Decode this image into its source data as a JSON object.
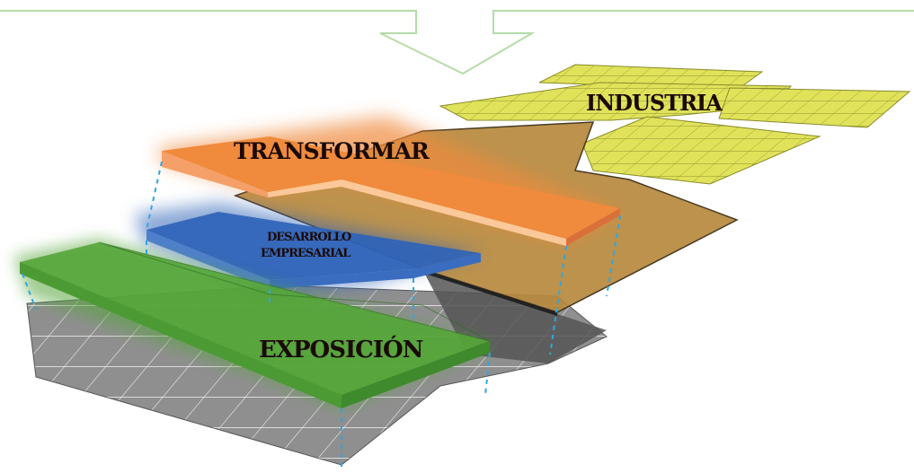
{
  "diagram": {
    "labels": {
      "industria": "INDUSTRIA",
      "transformar": "TRANSFORMAR",
      "desarrollo_line1": "DESARROLLO",
      "desarrollo_line2": "EMPRESARIAL",
      "exposicion": "EXPOSICIÓN"
    },
    "colors": {
      "frame_green": "#b4dca8",
      "industria_yellow": "#e2e45a",
      "transformar_orange": "#f08a3c",
      "transformar_top": "#f4a068",
      "base_brown": "#b7893e",
      "desarrollo_blue": "#2f63b8",
      "exposicion_green": "#55a53a",
      "ground_gray": "#8f8f8f",
      "guide_cyan": "#2fa6e0"
    }
  }
}
